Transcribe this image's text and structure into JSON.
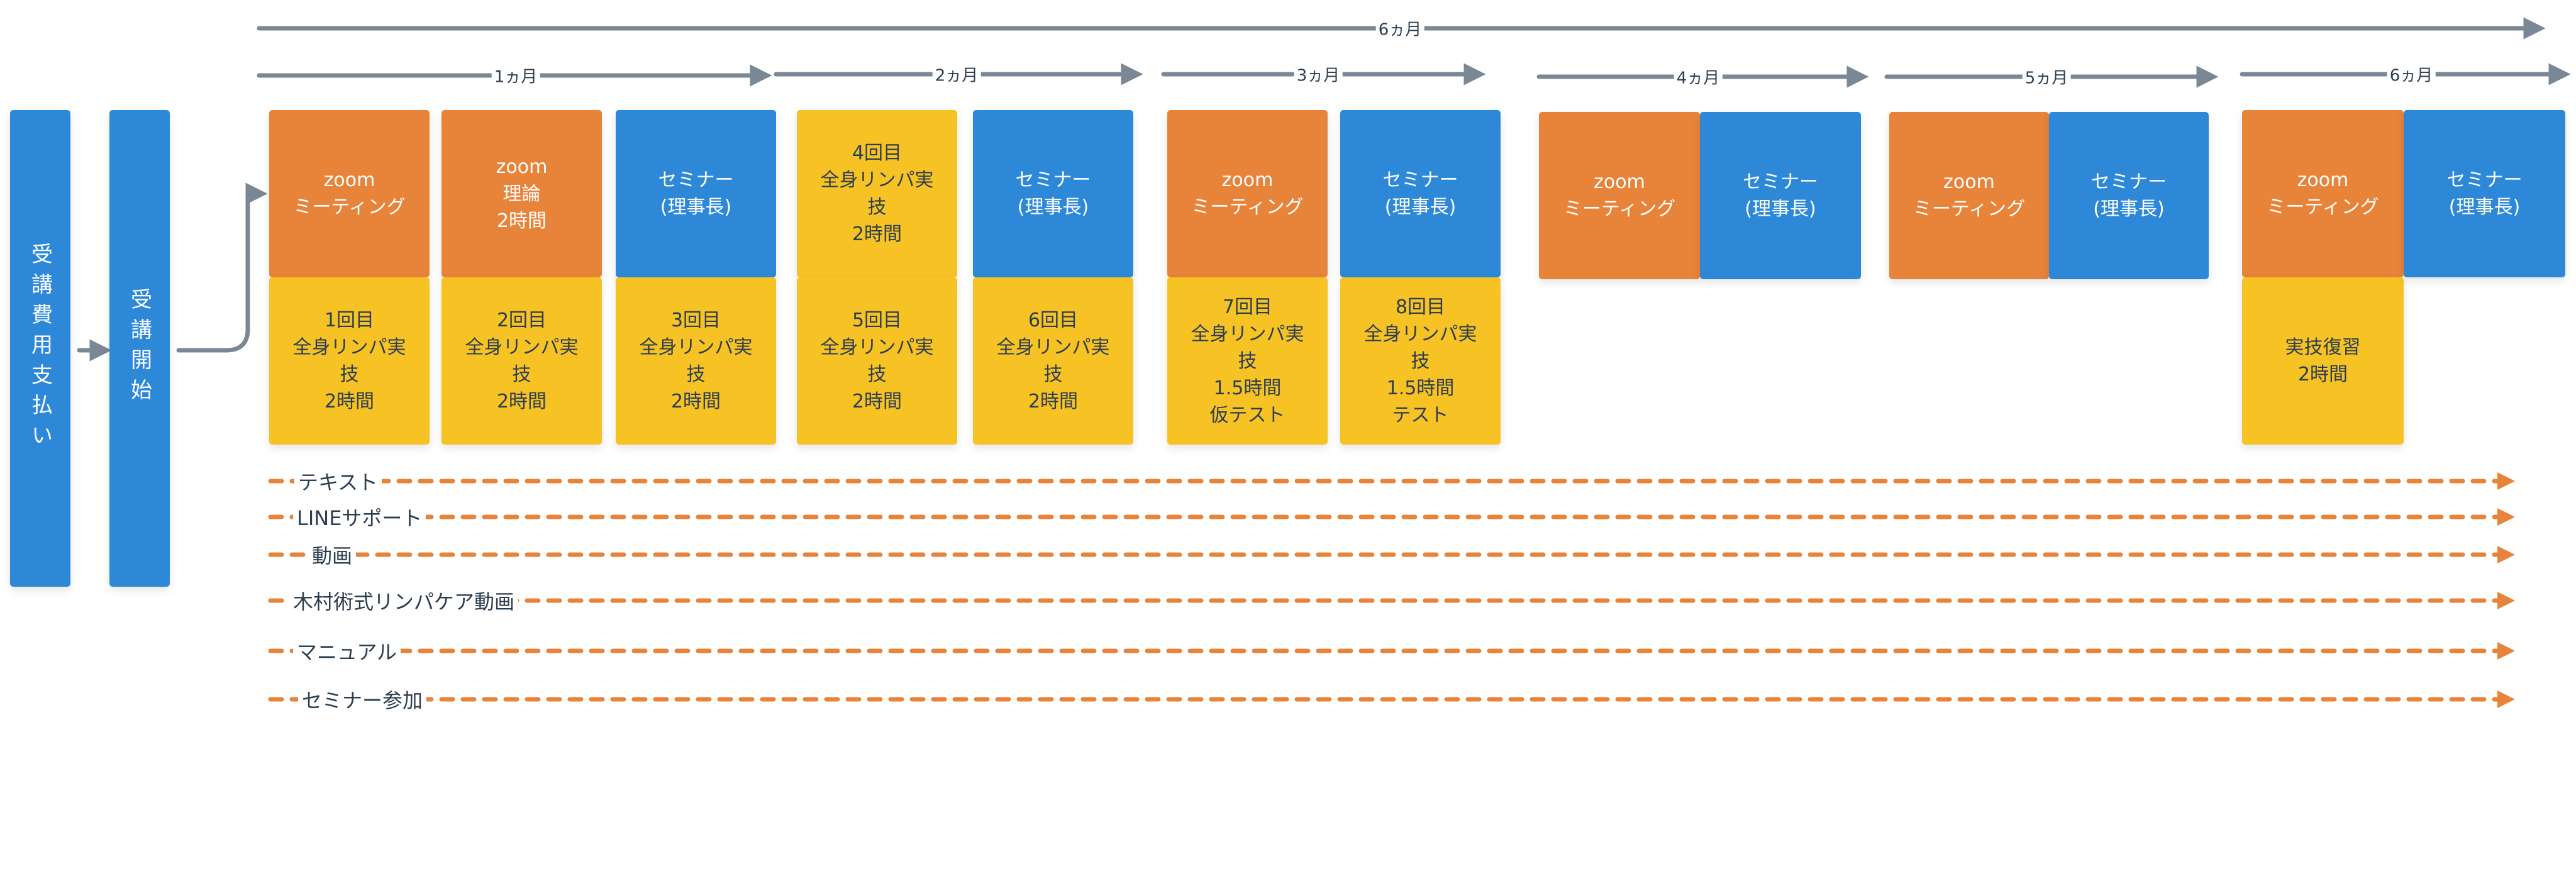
{
  "colors": {
    "orange": "#e8833a",
    "blue": "#2d89d8",
    "yellow": "#f6c224",
    "arrow_gray": "#7a8896",
    "text_dark": "#2c3e50"
  },
  "overall_span": {
    "label": "6ヵ月"
  },
  "months": [
    {
      "label": "1ヵ月"
    },
    {
      "label": "2ヵ月"
    },
    {
      "label": "3ヵ月"
    },
    {
      "label": "4ヵ月"
    },
    {
      "label": "5ヵ月"
    },
    {
      "label": "6ヵ月"
    }
  ],
  "steps": [
    {
      "label": "受講費用支払い"
    },
    {
      "label": "受講開始"
    }
  ],
  "sessions": [
    {
      "month": 1,
      "top": {
        "type": "zoom",
        "text": "zoom\nミーティング"
      },
      "bottom": {
        "text": "1回目\n全身リンパ実\n技\n2時間"
      }
    },
    {
      "month": 1,
      "top": {
        "type": "zoom",
        "text": "zoom\n理論\n2時間"
      },
      "bottom": {
        "text": "2回目\n全身リンパ実\n技\n2時間"
      }
    },
    {
      "month": 1,
      "top": {
        "type": "seminar",
        "text": "セミナー\n(理事長)"
      },
      "bottom": {
        "text": "3回目\n全身リンパ実\n技\n2時間"
      }
    },
    {
      "month": 2,
      "top": {
        "type": "practice",
        "text": "4回目\n全身リンパ実\n技\n2時間"
      },
      "bottom": {
        "text": "5回目\n全身リンパ実\n技\n2時間"
      }
    },
    {
      "month": 2,
      "top": {
        "type": "seminar",
        "text": "セミナー\n(理事長)"
      },
      "bottom": {
        "text": "6回目\n全身リンパ実\n技\n2時間"
      }
    },
    {
      "month": 3,
      "top": {
        "type": "zoom",
        "text": "zoom\nミーティング"
      },
      "bottom": {
        "text": "7回目\n全身リンパ実\n技\n1.5時間\n仮テスト"
      }
    },
    {
      "month": 3,
      "top": {
        "type": "seminar",
        "text": "セミナー\n(理事長)"
      },
      "bottom": {
        "text": "8回目\n全身リンパ実\n技\n1.5時間\nテスト"
      }
    },
    {
      "month": 4,
      "top": {
        "type": "zoom",
        "text": "zoom\nミーティング"
      },
      "bottom": null
    },
    {
      "month": 4,
      "top": {
        "type": "seminar",
        "text": "セミナー\n(理事長)"
      },
      "bottom": null
    },
    {
      "month": 5,
      "top": {
        "type": "zoom",
        "text": "zoom\nミーティング"
      },
      "bottom": null
    },
    {
      "month": 5,
      "top": {
        "type": "seminar",
        "text": "セミナー\n(理事長)"
      },
      "bottom": null
    },
    {
      "month": 6,
      "top": {
        "type": "zoom",
        "text": "zoom\nミーティング"
      },
      "bottom": {
        "text": "実技復習\n2時間"
      }
    },
    {
      "month": 6,
      "top": {
        "type": "seminar",
        "text": "セミナー\n(理事長)"
      },
      "bottom": null
    }
  ],
  "resources": [
    {
      "label": "テキスト"
    },
    {
      "label": "LINEサポート"
    },
    {
      "label": "動画"
    },
    {
      "label": "木村術式リンパケア動画"
    },
    {
      "label": "マニュアル"
    },
    {
      "label": "セミナー参加"
    }
  ]
}
